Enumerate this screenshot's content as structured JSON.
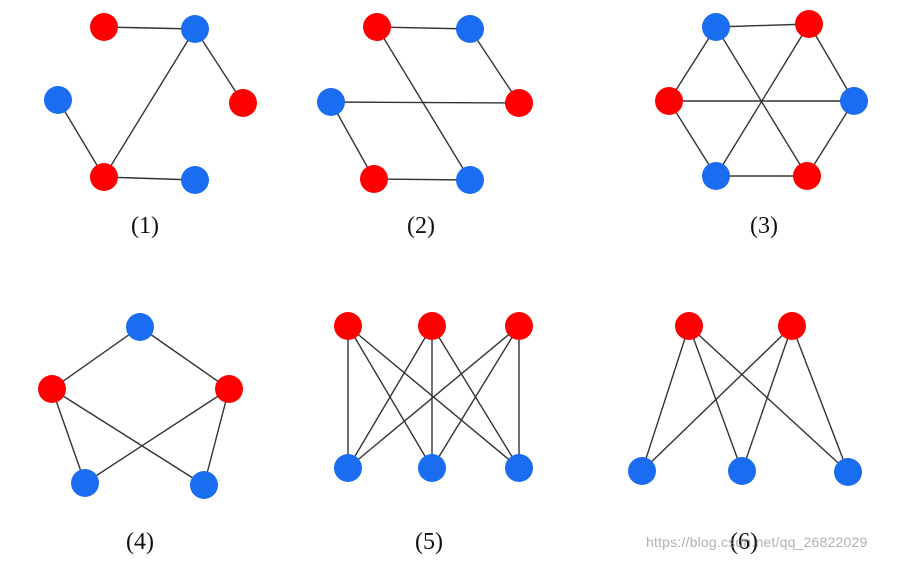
{
  "colors": {
    "red": "#ff0000",
    "blue": "#1a6cf0",
    "edge": "#333333"
  },
  "graphs": [
    {
      "label": "(1)",
      "nodes": [
        {
          "id": "a",
          "color": "red"
        },
        {
          "id": "b",
          "color": "blue"
        },
        {
          "id": "c",
          "color": "blue"
        },
        {
          "id": "d",
          "color": "red"
        },
        {
          "id": "e",
          "color": "red"
        },
        {
          "id": "f",
          "color": "blue"
        }
      ],
      "edges": [
        [
          "a",
          "b"
        ],
        [
          "b",
          "d"
        ],
        [
          "b",
          "e"
        ],
        [
          "c",
          "e"
        ],
        [
          "e",
          "f"
        ]
      ]
    },
    {
      "label": "(2)",
      "nodes": [
        {
          "id": "a",
          "color": "red"
        },
        {
          "id": "b",
          "color": "blue"
        },
        {
          "id": "c",
          "color": "blue"
        },
        {
          "id": "d",
          "color": "red"
        },
        {
          "id": "e",
          "color": "red"
        },
        {
          "id": "f",
          "color": "blue"
        }
      ],
      "edges": [
        [
          "a",
          "b"
        ],
        [
          "a",
          "f"
        ],
        [
          "b",
          "d"
        ],
        [
          "c",
          "d"
        ],
        [
          "c",
          "e"
        ],
        [
          "e",
          "f"
        ]
      ]
    },
    {
      "label": "(3)",
      "nodes": [
        {
          "id": "a",
          "color": "blue"
        },
        {
          "id": "b",
          "color": "red"
        },
        {
          "id": "c",
          "color": "red"
        },
        {
          "id": "d",
          "color": "blue"
        },
        {
          "id": "e",
          "color": "blue"
        },
        {
          "id": "f",
          "color": "red"
        }
      ],
      "edges": [
        [
          "a",
          "b"
        ],
        [
          "a",
          "c"
        ],
        [
          "a",
          "f"
        ],
        [
          "b",
          "d"
        ],
        [
          "b",
          "e"
        ],
        [
          "c",
          "d"
        ],
        [
          "c",
          "e"
        ],
        [
          "d",
          "f"
        ],
        [
          "e",
          "f"
        ]
      ]
    },
    {
      "label": "(4)",
      "nodes": [
        {
          "id": "a",
          "color": "blue"
        },
        {
          "id": "b",
          "color": "red"
        },
        {
          "id": "c",
          "color": "red"
        },
        {
          "id": "d",
          "color": "blue"
        },
        {
          "id": "e",
          "color": "blue"
        }
      ],
      "edges": [
        [
          "a",
          "b"
        ],
        [
          "a",
          "c"
        ],
        [
          "b",
          "d"
        ],
        [
          "b",
          "e"
        ],
        [
          "c",
          "d"
        ],
        [
          "c",
          "e"
        ]
      ]
    },
    {
      "label": "(5)",
      "nodes": [
        {
          "id": "a",
          "color": "red"
        },
        {
          "id": "b",
          "color": "red"
        },
        {
          "id": "c",
          "color": "red"
        },
        {
          "id": "d",
          "color": "blue"
        },
        {
          "id": "e",
          "color": "blue"
        },
        {
          "id": "f",
          "color": "blue"
        }
      ],
      "edges": [
        [
          "a",
          "d"
        ],
        [
          "a",
          "e"
        ],
        [
          "a",
          "f"
        ],
        [
          "b",
          "d"
        ],
        [
          "b",
          "e"
        ],
        [
          "b",
          "f"
        ],
        [
          "c",
          "d"
        ],
        [
          "c",
          "e"
        ],
        [
          "c",
          "f"
        ]
      ]
    },
    {
      "label": "(6)",
      "nodes": [
        {
          "id": "a",
          "color": "red"
        },
        {
          "id": "b",
          "color": "red"
        },
        {
          "id": "c",
          "color": "blue"
        },
        {
          "id": "d",
          "color": "blue"
        },
        {
          "id": "e",
          "color": "blue"
        }
      ],
      "edges": [
        [
          "a",
          "c"
        ],
        [
          "a",
          "d"
        ],
        [
          "a",
          "e"
        ],
        [
          "b",
          "c"
        ],
        [
          "b",
          "d"
        ],
        [
          "b",
          "e"
        ]
      ]
    }
  ],
  "watermark": "https://blog.csdn.net/qq_26822029"
}
